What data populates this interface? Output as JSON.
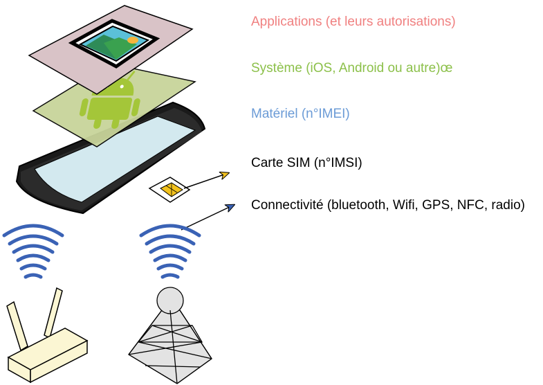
{
  "labels": {
    "applications": "Applications (et leurs autorisations)",
    "system": "Système (iOS, Android ou autre)œ",
    "hardware": "Matériel (n°IMEI)",
    "sim": "Carte SIM (n°IMSI)",
    "connectivity": "Connectivité (bluetooth, Wifi, GPS, NFC, radio)"
  },
  "colors": {
    "applications": "#f08080",
    "system": "#8cc04a",
    "hardware": "#6b9bd6",
    "sim": "#000000",
    "connectivity": "#000000",
    "wave": "#3a62b5",
    "app_layer": "#d9c3c7",
    "system_layer": "#c8d49a",
    "phone_screen": "#d3e9ef",
    "router": "#fbf6d3",
    "tower": "#e3e3e3",
    "sim_arrow": "#f0c020",
    "connectivity_arrow": "#3a62b5"
  }
}
